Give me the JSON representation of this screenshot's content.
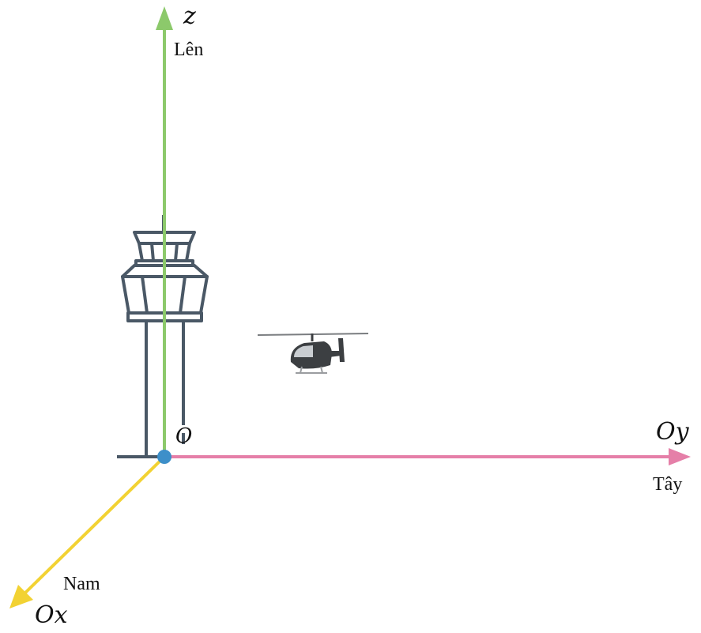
{
  "axes": {
    "z": {
      "name": "z",
      "direction": "Lên",
      "color": "#8cc96b"
    },
    "y": {
      "name": "Oy",
      "direction": "Tây",
      "color": "#e57fa8"
    },
    "x": {
      "name": "Ox",
      "direction": "Nam",
      "color": "#f2d233"
    }
  },
  "origin": {
    "label": "O",
    "color": "#3d8fc9"
  },
  "objects": {
    "tower": {
      "icon": "control-tower-icon",
      "color": "#4a5866"
    },
    "helicopter": {
      "icon": "helicopter-icon",
      "color": "#3c3f42"
    }
  }
}
